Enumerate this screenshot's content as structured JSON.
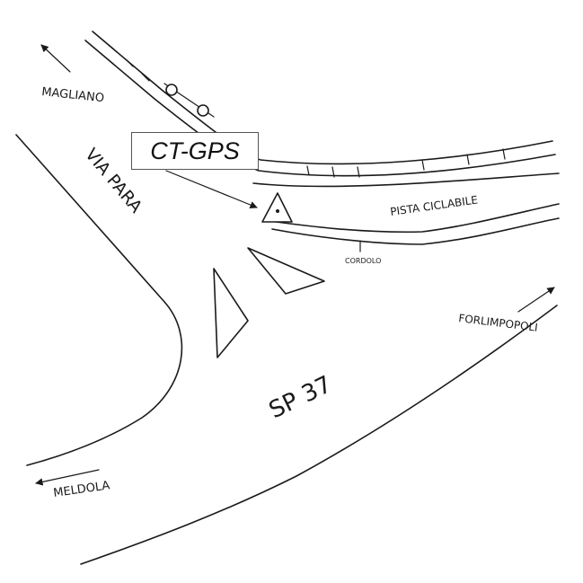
{
  "labels": {
    "magliano": "MAGLIANO",
    "via_para": "VIA PARA",
    "ct_gps": "CT-GPS",
    "pista_ciclabile": "PISTA CICLABILE",
    "cordolo": "CORDOLO",
    "forlimpopoli": "FORLIMPOPOLI",
    "sp37": "SP 37",
    "meldola": "MELDOLA"
  },
  "colors": {
    "ink": "#1a1a1a",
    "box_border": "#555555"
  },
  "icons": {
    "sensor_marker": "warning-triangle-with-dot",
    "direction_arrow": "arrow"
  }
}
